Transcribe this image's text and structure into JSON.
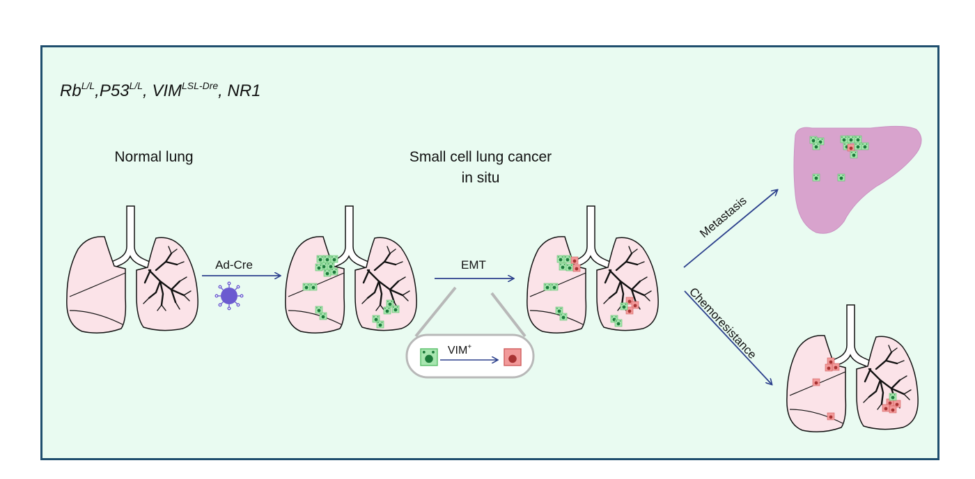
{
  "genotype": {
    "parts": [
      {
        "base": "Rb",
        "sup": "L/L",
        "sep": ","
      },
      {
        "base": "P53",
        "sup": "L/L",
        "sep": ", "
      },
      {
        "base": "VIM",
        "sup": "LSL-Dre",
        "sep": ", "
      },
      {
        "base": "NR1",
        "sup": "",
        "sep": ""
      }
    ]
  },
  "stages": {
    "normal": "Normal lung",
    "sclc_line1": "Small cell lung cancer",
    "sclc_line2": "in situ"
  },
  "arrows": {
    "ad_cre": "Ad-Cre",
    "emt": "EMT",
    "metastasis": "Metastasis",
    "chemoresistance": "Chemoresistance"
  },
  "inset": {
    "label": "VIM",
    "label_sup": "+"
  },
  "colors": {
    "background": "#e9fbf1",
    "border": "#1f4e6e",
    "arrow": "#2b3f8c",
    "lung_fill": "#fbe3e8",
    "liver_fill": "#d89fcc",
    "green_cell": "#a8e6b0",
    "red_cell": "#f29a9a",
    "virus": "#6b5bd0"
  },
  "icons": [
    "lung-icon",
    "virus-icon",
    "liver-icon",
    "green-cell-icon",
    "red-cell-icon"
  ]
}
